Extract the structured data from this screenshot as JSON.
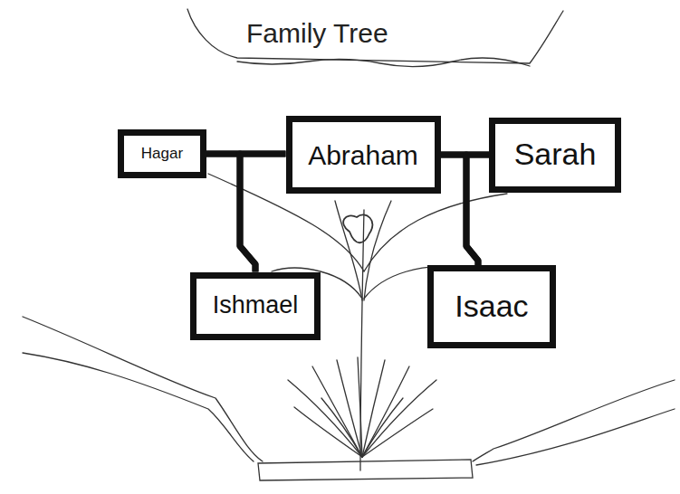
{
  "diagram": {
    "title": "Family Tree",
    "nodes": [
      {
        "text": [
          "Hagar"
        ]
      },
      {
        "text": [
          "Abraham"
        ]
      },
      {
        "text": [
          "Sarah"
        ]
      },
      {
        "text": [
          "Ishmael"
        ]
      },
      {
        "text": [
          "Isaac"
        ]
      }
    ],
    "edges": [
      {
        "from": 0,
        "to": 1,
        "arrow": "none"
      },
      {
        "from": 1,
        "to": 2,
        "arrow": "none"
      },
      {
        "from": 0,
        "to": 3,
        "arrow": "none"
      },
      {
        "from": 1,
        "to": 3,
        "arrow": "none"
      },
      {
        "from": 1,
        "to": 4,
        "arrow": "none"
      },
      {
        "from": 2,
        "to": 4,
        "arrow": "none"
      }
    ]
  }
}
